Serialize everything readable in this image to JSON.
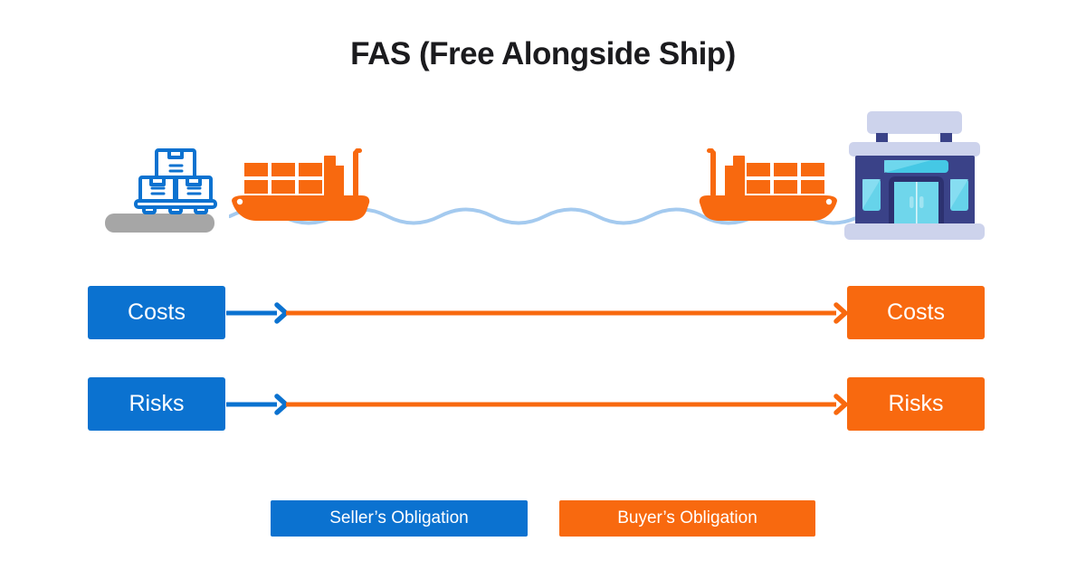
{
  "title": "FAS (Free Alongside Ship)",
  "transfer_rows": [
    {
      "seller_label": "Costs",
      "buyer_label": "Costs"
    },
    {
      "seller_label": "Risks",
      "buyer_label": "Risks"
    }
  ],
  "legend": {
    "seller": "Seller’s Obligation",
    "buyer": "Buyer’s Obligation"
  },
  "icons": {
    "cargo_pallet": "cargo-pallet-icon",
    "ship_departing": "cargo-ship-departing-icon",
    "ship_arriving": "cargo-ship-arriving-icon",
    "warehouse": "warehouse-building-icon",
    "water_wave": "water-wave-icon"
  },
  "colors": {
    "seller_blue": "#0B72D0",
    "buyer_orange": "#F8690F",
    "water_blue": "#A4CAEF",
    "dock_gray": "#A6A6A6",
    "building_navy": "#3A4288",
    "building_cyan": "#5FD2EA",
    "building_trim_lavender": "#CDD3EC",
    "title_text": "#1B1B1E",
    "background": "#FFFFFF"
  }
}
